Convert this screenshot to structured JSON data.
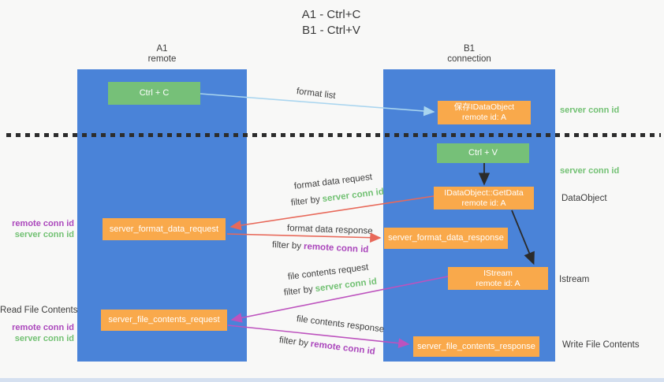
{
  "title": {
    "line1": "A1 - Ctrl+C",
    "line2": "B1 - Ctrl+V"
  },
  "lifelines": {
    "a1": {
      "name": "A1",
      "role": "remote"
    },
    "b1": {
      "name": "B1",
      "role": "connection"
    }
  },
  "nodes": {
    "ctrl_c": "Ctrl + C",
    "save_idataobject_line1": "保存IDataObject",
    "save_idataobject_line2": "remote id: A",
    "ctrl_v": "Ctrl + V",
    "getdata_line1": "IDataObject::GetData",
    "getdata_line2": "remote id: A",
    "format_request": "server_format_data_request",
    "format_response": "server_format_data_response",
    "istream_line1": "IStream",
    "istream_line2": "remote id: A",
    "file_request": "server_file_contents_request",
    "file_response": "server_file_contents_response"
  },
  "edge_labels": {
    "format_list": "format list",
    "format_data_request": "format data request",
    "format_data_response": "format data response",
    "file_contents_request": "file contents request",
    "file_contents_response": "file contents response",
    "filter_by": "filter by",
    "server_conn_id": "server conn id",
    "remote_conn_id": "remote conn id"
  },
  "side_labels": {
    "right_top_server_conn": "server conn id",
    "right_mid_server_conn": "server conn id",
    "dataobject": "DataObject",
    "istream": "Istream",
    "write_file_contents": "Write File Contents",
    "read_file_contents": "Read File Contents",
    "left_pair_format": {
      "remote": "remote conn id",
      "server": "server conn id"
    },
    "left_pair_file": {
      "remote": "remote conn id",
      "server": "server conn id"
    }
  },
  "colors": {
    "lifeline_blue": "#4a83d8",
    "node_green": "#76c078",
    "node_orange": "#f9a94b",
    "arrow_light_blue": "#a9d5ef",
    "arrow_red": "#e8695a",
    "arrow_purple": "#bd53be",
    "arrow_black": "#2b2b2b",
    "label_green": "#72c173",
    "label_purple": "#ab47bc",
    "text_dark": "#3c3c3c"
  }
}
